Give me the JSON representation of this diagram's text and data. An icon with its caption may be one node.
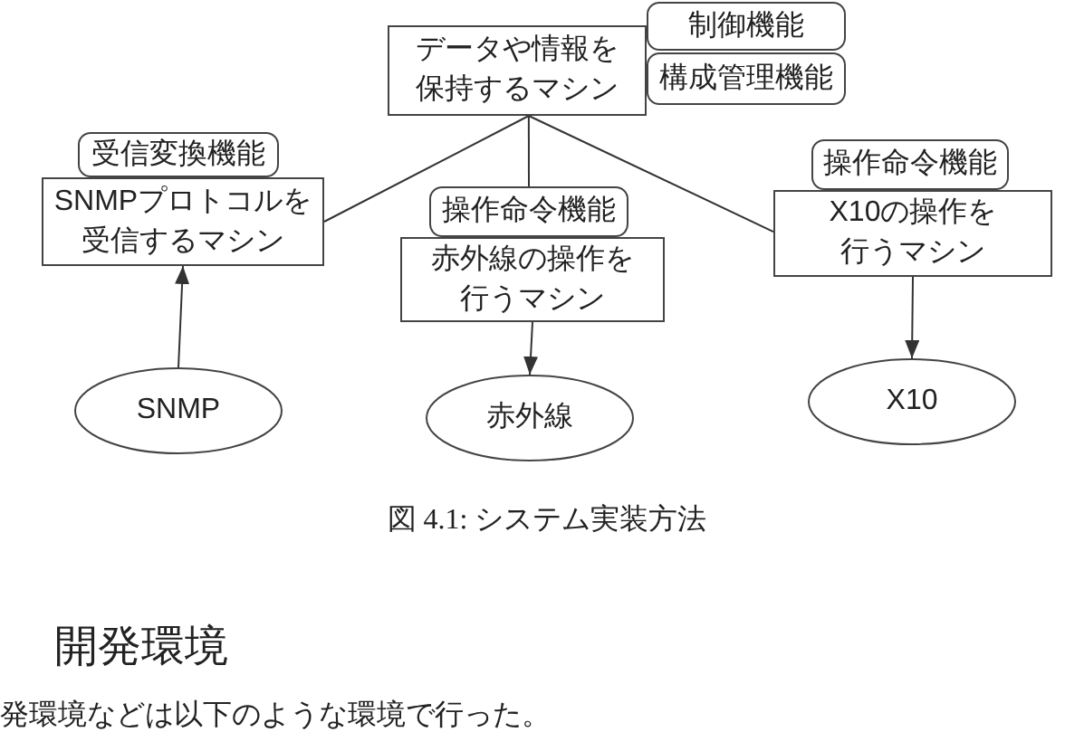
{
  "diagram": {
    "caption": "図 4.1: システム実装方法",
    "nodes": [
      {
        "text": [
          "データや情報を保持するマシン"
        ]
      },
      {
        "text": [
          "制御機能"
        ]
      },
      {
        "text": [
          "構成管理機能"
        ]
      },
      {
        "text": [
          "受信変換機能"
        ]
      },
      {
        "text": [
          "SNMPプロトコルを受信するマシン"
        ]
      },
      {
        "text": [
          "操作命令機能"
        ]
      },
      {
        "text": [
          "赤外線の操作を行うマシン"
        ]
      },
      {
        "text": [
          "操作命令機能"
        ]
      },
      {
        "text": [
          "X10の操作を行うマシン"
        ]
      },
      {
        "text": [
          "SNMP"
        ]
      },
      {
        "text": [
          "赤外線"
        ]
      },
      {
        "text": [
          "X10"
        ]
      }
    ],
    "edges": [
      {
        "from": 0,
        "to": 4,
        "arrow": "none"
      },
      {
        "from": 0,
        "to": 5,
        "arrow": "none"
      },
      {
        "from": 0,
        "to": 8,
        "arrow": "none"
      },
      {
        "from": 9,
        "to": 4,
        "arrow": "to"
      },
      {
        "from": 6,
        "to": 10,
        "arrow": "to"
      },
      {
        "from": 8,
        "to": 11,
        "arrow": "to"
      }
    ],
    "labels": [
      "開発環境",
      "発環境などは以下のような環境で行った。"
    ]
  }
}
